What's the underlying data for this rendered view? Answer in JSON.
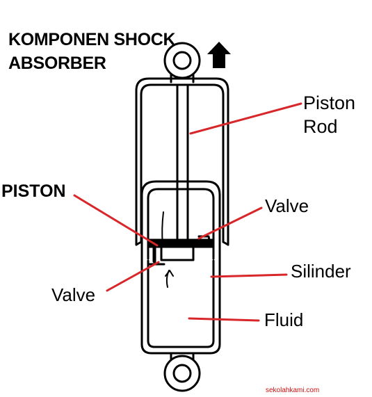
{
  "title": {
    "line1": "KOMPONEN SHOCK",
    "line2": "ABSORBER"
  },
  "labels": {
    "piston_rod_line1": "Piston",
    "piston_rod_line2": "Rod",
    "piston": "PISTON",
    "valve_top": "Valve",
    "silinder": "Silinder",
    "valve_bottom": "Valve",
    "fluid": "Fluid"
  },
  "watermark": "sekolahkami.com",
  "colors": {
    "leader_line": "#d8262a",
    "drawing": "#000000",
    "watermark": "#cc1010"
  }
}
